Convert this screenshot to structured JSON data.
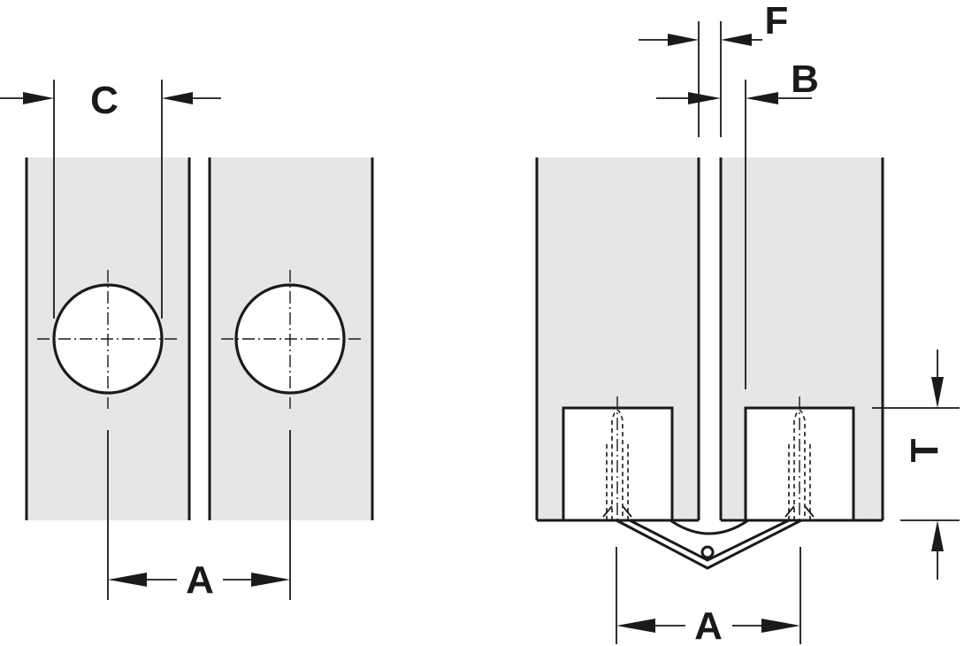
{
  "labels": {
    "c": "C",
    "a_left": "A",
    "f": "F",
    "b": "B",
    "t": "T",
    "a_right": "A"
  },
  "colors": {
    "panel": "#e5e6e7",
    "line": "#1a1a1a",
    "background": "#ffffff"
  }
}
